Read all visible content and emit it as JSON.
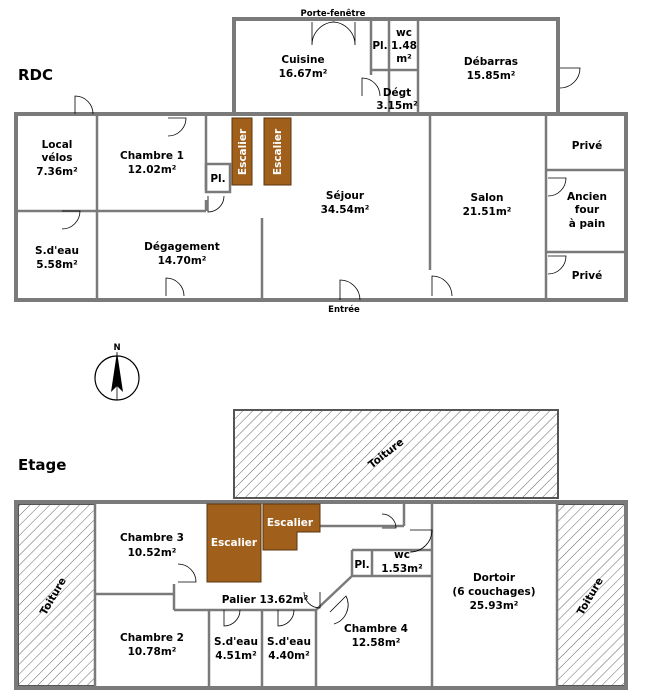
{
  "floors": {
    "rdc": "RDC",
    "etage": "Etage"
  },
  "rdc_labels": {
    "porte_fenetre": "Porte-fenêtre",
    "entree": "Entrée",
    "cuisine": [
      "Cuisine",
      "16.67m²"
    ],
    "wc": [
      "wc",
      "1.48",
      "m²"
    ],
    "pl_top": "Pl.",
    "debarras": [
      "Débarras",
      "15.85m²"
    ],
    "degt": [
      "Dégt",
      "3.15m²"
    ],
    "local_velos": [
      "Local",
      "vélos",
      "7.36m²"
    ],
    "chambre1": [
      "Chambre 1",
      "12.02m²"
    ],
    "pl_left": "Pl.",
    "escalier_a": "Escalier",
    "escalier_b": "Escalier",
    "sejour": [
      "Séjour",
      "34.54m²"
    ],
    "salon": [
      "Salon",
      "21.51m²"
    ],
    "prive_top": "Privé",
    "four": [
      "Ancien",
      "four",
      "à pain"
    ],
    "prive_bottom": "Privé",
    "sdeau": [
      "S.d'eau",
      "5.58m²"
    ],
    "degagement": [
      "Dégagement",
      "14.70m²"
    ]
  },
  "compass": {
    "north": "N"
  },
  "etage_labels": {
    "toiture_top": "Toiture",
    "toiture_left": "Toiture",
    "toiture_right": "Toiture",
    "chambre3": [
      "Chambre 3",
      "10.52m²"
    ],
    "escalier_a": "Escalier",
    "escalier_b": "Escalier",
    "pl": "Pl.",
    "wc": [
      "wc",
      "1.53m²"
    ],
    "palier": "Palier 13.62m²",
    "dortoir": [
      "Dortoir",
      "(6 couchages)",
      "25.93m²"
    ],
    "chambre2": [
      "Chambre 2",
      "10.78m²"
    ],
    "sdeau1": [
      "S.d'eau",
      "4.51m²"
    ],
    "sdeau2": [
      "S.d'eau",
      "4.40m²"
    ],
    "chambre4": [
      "Chambre 4",
      "12.58m²"
    ]
  },
  "colors": {
    "stair": "#a0601c",
    "wall": "#7a7a7a"
  }
}
